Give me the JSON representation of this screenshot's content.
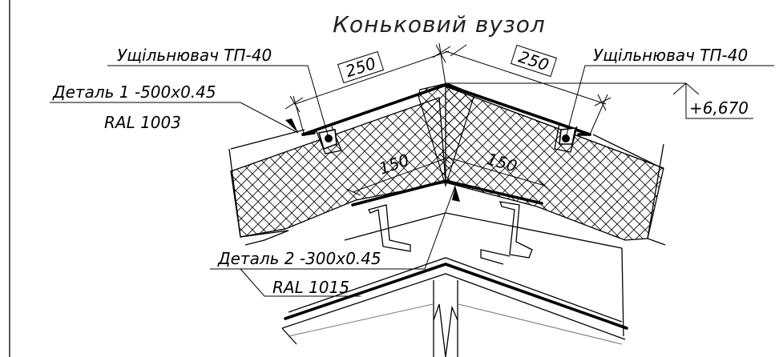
{
  "drawing": {
    "title": "Коньковий вузол",
    "labels": {
      "sealant_left": "Ущільнювач ТП-40",
      "sealant_right": "Ущільнювач ТП-40",
      "detail1_name": "Деталь 1 -500x0.45",
      "detail1_color": "RAL 1003",
      "detail2_name": "Деталь 2 -300x0.45",
      "detail2_color": "RAL 1015",
      "elevation": "+6,670"
    },
    "dimensions": {
      "top_left": "250",
      "top_right": "250",
      "inner_left": "150",
      "inner_right": "150"
    }
  }
}
